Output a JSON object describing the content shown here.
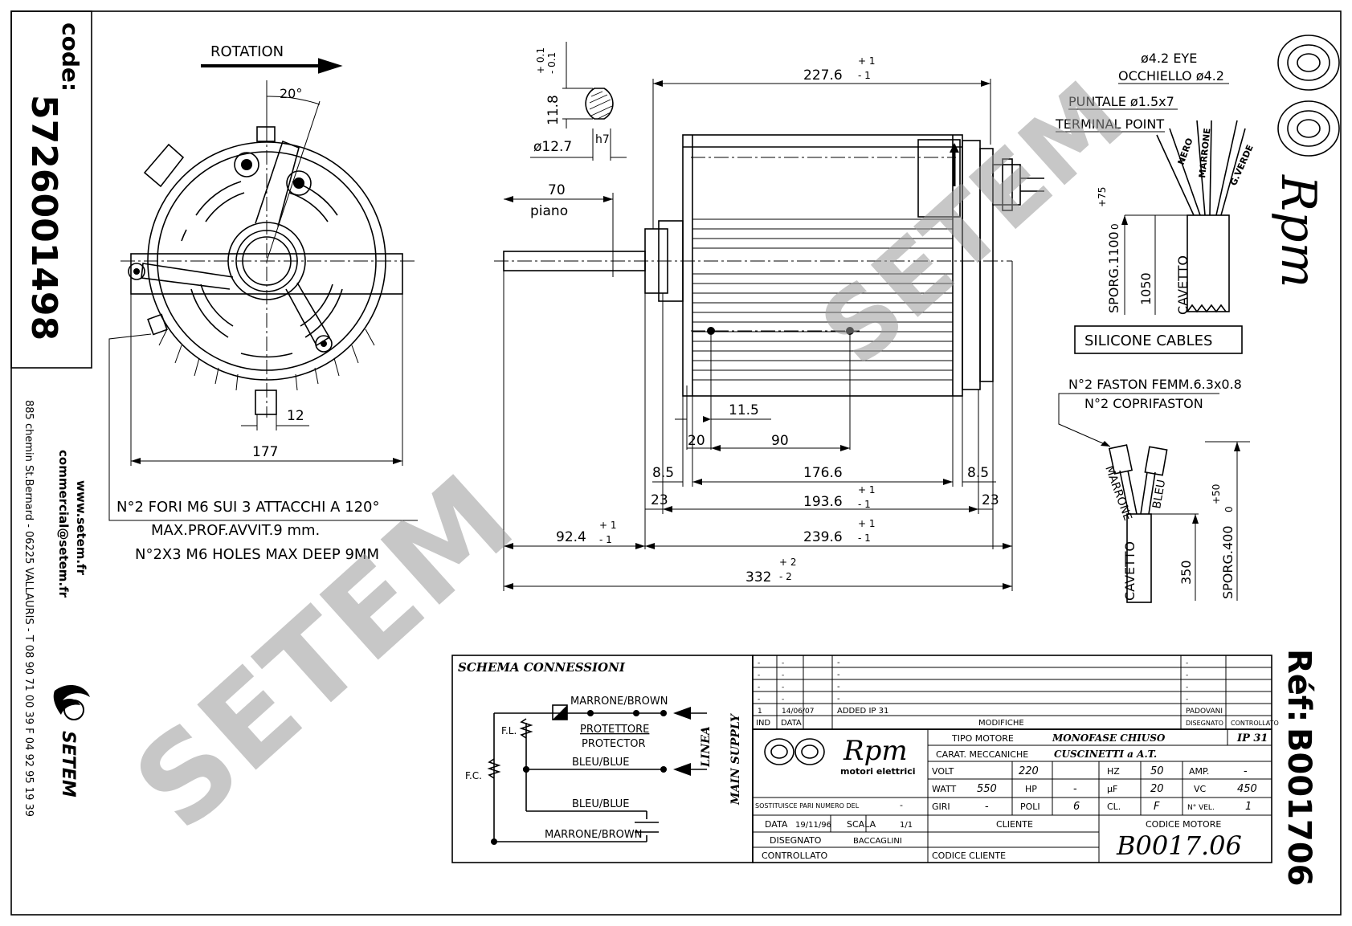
{
  "sidebar": {
    "code_label": "code:",
    "code_value": "5726001498",
    "web": "www.setem.fr",
    "email": "commercial@setem.fr",
    "address": "885 chemin St.Bernard - 06225 VALLAURIS - T 08 90 71 00 39  F 04 92 95 19 39",
    "company": "SETEM"
  },
  "front_view": {
    "rotation": "ROTATION",
    "angle": "20°",
    "dim_slot": "12",
    "dim_width": "177",
    "note_it": "N°2 FORI M6 SUI 3 ATTACCHI A 120°",
    "note_depth": "MAX.PROF.AVVIT.9 mm.",
    "note_en": "N°2X3 M6 HOLES MAX DEEP 9MM"
  },
  "shaft_detail": {
    "tol": "+ 0.1\n- 0.1",
    "tol_plus": "+ 0.1",
    "tol_minus": "- 0.1",
    "dim_flat": "11.8",
    "dim_dia": "ø12.7",
    "fit": "h7"
  },
  "side_view": {
    "dim_70": "70",
    "piano": "piano",
    "dim_227": "227.6",
    "tol_227": "+ 1\n- 1",
    "dim_11_5": "11.5",
    "dim_20": "20",
    "dim_90": "90",
    "dim_8_5_left": "8.5",
    "dim_176": "176.6",
    "dim_8_5_right": "8.5",
    "dim_23_left": "23",
    "dim_193": "193.6",
    "dim_23_right": "23",
    "dim_92": "92.4",
    "dim_239": "239.6",
    "dim_332": "332",
    "tol_1_plus": "+ 1",
    "tol_1_minus": "- 1",
    "tol_2_plus": "+ 2",
    "tol_2_minus": "- 2"
  },
  "cables_detail": {
    "eye": "ø4.2 EYE",
    "occhiello": "OCCHIELLO ø4.2",
    "puntale": "PUNTALE ø1.5x7",
    "terminal": "TERMINAL POINT",
    "wire_1": "NERO",
    "wire_2": "MARRONE",
    "wire_3": "G.VERDE",
    "sporg": "SPORG.1100",
    "sporg_tol_plus": "+75",
    "sporg_tol_zero": "0",
    "dim_1050": "1050",
    "cavetto": "CAVETTO",
    "box": "SILICONE CABLES"
  },
  "faston_detail": {
    "line1": "N°2 FASTON FEMM.6.3x0.8",
    "line2": "N°2 COPRIFASTON",
    "wire_1": "MARRONE",
    "wire_2": "BLEU",
    "cavetto": "CAVETTO",
    "dim_350": "350",
    "sporg": "SPORG.400",
    "sporg_tol_plus": "+50",
    "sporg_tol_zero": "0"
  },
  "logo": {
    "brand": "Rpm"
  },
  "ref": {
    "label": "Réf:",
    "value": "B001706"
  },
  "watermark": "SETEM",
  "schema": {
    "title": "SCHEMA CONNESSIONI",
    "w1": "MARRONE/BROWN",
    "prot_it": "PROTETTORE",
    "prot_en": "PROTECTOR",
    "w2": "BLEU/BLUE",
    "w3": "BLEU/BLUE",
    "w4": "MARRONE/BROWN",
    "fl": "F.L.",
    "fc": "F.C.",
    "linea": "LINEA",
    "supply": "MAIN SUPPLY"
  },
  "revisions": {
    "rows": [
      [
        "-",
        "-",
        "-",
        "-",
        ""
      ],
      [
        "-",
        "-",
        "-",
        "-",
        ""
      ],
      [
        "-",
        "-",
        "-",
        "-",
        ""
      ],
      [
        "-",
        "-",
        "-",
        "-",
        ""
      ],
      [
        "1",
        "14/06/07",
        "ADDED IP 31",
        "PADOVANI",
        ""
      ]
    ],
    "h_ind": "IND",
    "h_data": "DATA",
    "h_mod": "MODIFICHE",
    "h_dis": "DISEGNATO",
    "h_ctrl": "CONTROLLATO"
  },
  "titleblock": {
    "brand": "Rpm",
    "brand_sub": "motori elettrici",
    "tipo_label": "TIPO MOTORE",
    "tipo_value": "MONOFASE CHIUSO",
    "ip": "IP 31",
    "carat_label": "CARAT. MECCANICHE",
    "carat_value": "CUSCINETTI a A.T.",
    "volt_l": "VOLT",
    "volt_v": "220",
    "hz_l": "HZ",
    "hz_v": "50",
    "amp_l": "AMP.",
    "amp_v": "-",
    "watt_l": "WATT",
    "watt_v": "550",
    "hp_l": "HP",
    "hp_v": "-",
    "uf_l": "µF",
    "uf_v": "20",
    "vc_l": "VC",
    "vc_v": "450",
    "giri_l": "GIRI",
    "giri_v": "-",
    "poli_l": "POLI",
    "poli_v": "6",
    "cl_l": "CL.",
    "cl_v": "F",
    "vel_l": "N° VEL.",
    "vel_v": "1",
    "sost": "SOSTITUISCE PARI NUMERO DEL",
    "sost_v": "-",
    "data_l": "DATA",
    "data_v": "19/11/96",
    "scala_l": "SCALA",
    "scala_v": "1/1",
    "cliente": "CLIENTE",
    "codice_motore": "CODICE MOTORE",
    "dis_l": "DISEGNATO",
    "dis_v": "BACCAGLINI",
    "ctrl_l": "CONTROLLATO",
    "codice_cliente": "CODICE CLIENTE",
    "motor_code": "B0017.06"
  }
}
